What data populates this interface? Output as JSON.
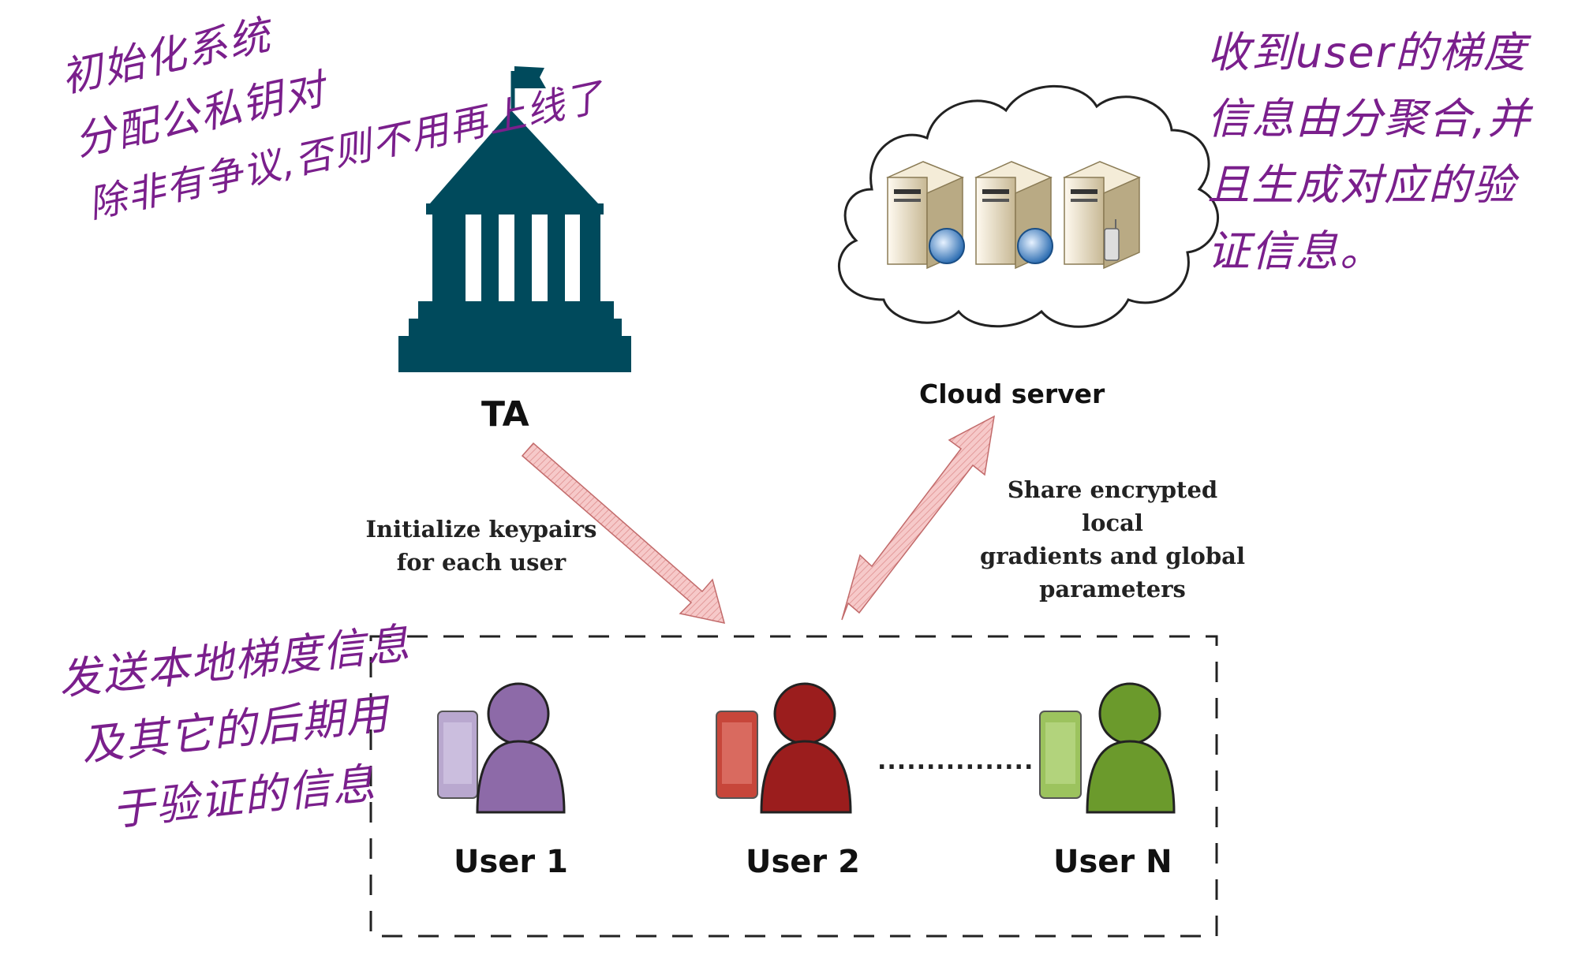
{
  "diagram": {
    "nodes": {
      "ta": {
        "label": "TA",
        "color": "#004a5c"
      },
      "cloud": {
        "label": "Cloud server"
      },
      "users": [
        {
          "label": "User 1",
          "color": "#8d6aa8"
        },
        {
          "label": "User 2",
          "color": "#9b1d1d"
        },
        {
          "label": "User N",
          "color": "#6b9a2c"
        }
      ],
      "ellipsis": "................"
    },
    "edges": {
      "ta_to_users": {
        "line1": "Initialize keypairs",
        "line2": "for each user"
      },
      "users_cloud": {
        "line1": "Share encrypted local",
        "line2": "gradients and global",
        "line3": "parameters"
      },
      "arrow_color": "#f2b4b4"
    },
    "handwritten_notes": {
      "ta_note": [
        "初始化系统",
        "分配公私钥对",
        "除非有争议,否则不用再上线了"
      ],
      "cloud_note": [
        "收到user的梯度",
        "信息由分聚合,并",
        "且生成对应的验",
        "证信息。"
      ],
      "user_note": [
        "发送本地梯度信息",
        "及其它的后期用",
        "于验证的信息"
      ],
      "ink_color": "#7a1f8c"
    }
  }
}
